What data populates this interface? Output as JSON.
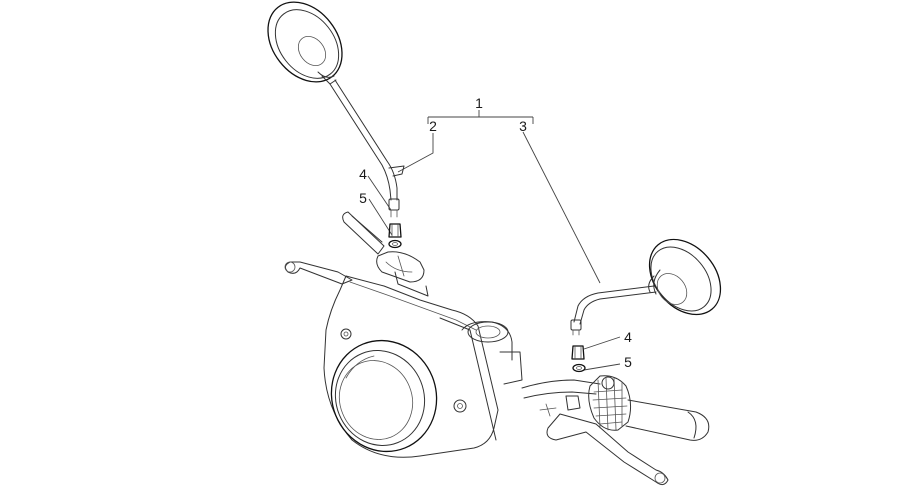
{
  "callouts": {
    "c1": "1",
    "c2": "2",
    "c3": "3",
    "c4_left": "4",
    "c5_left": "5",
    "c4_right": "4",
    "c5_right": "5"
  },
  "colors": {
    "line": "#333333",
    "background": "#ffffff"
  }
}
